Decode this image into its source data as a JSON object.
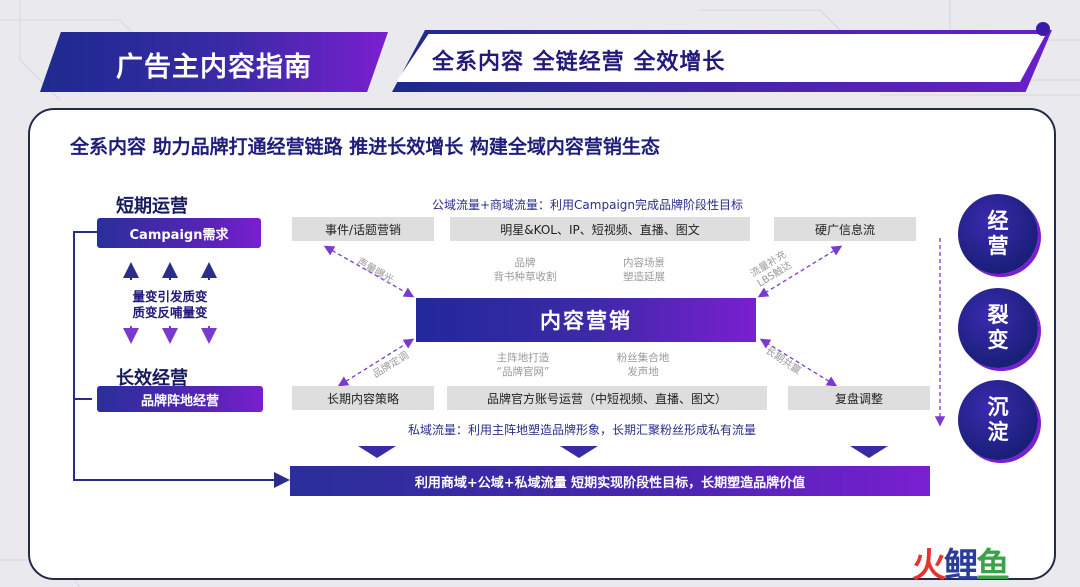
{
  "header": {
    "left_title": "广告主内容指南",
    "right_title": "全系内容 全链经营 全效增长"
  },
  "subtitle": "全系内容 助力品牌打通经营链路 推进长效增长 构建全域内容营销生态",
  "left": {
    "short_term_title": "短期运营",
    "campaign_btn": "Campaign需求",
    "change_line1": "量变引发质变",
    "change_line2": "质变反哺量变",
    "long_term_title": "长效经营",
    "brand_btn": "品牌阵地经营"
  },
  "public_flow": "公域流量+商域流量：利用Campaign完成品牌阶段性目标",
  "top_boxes": [
    "事件/话题营销",
    "明星&KOL、IP、短视频、直播、图文",
    "硬广信息流"
  ],
  "center": "内容营销",
  "muted": {
    "brand_collect_1": "品牌",
    "brand_collect_2": "背书种草收割",
    "scene_1": "内容场景",
    "scene_2": "塑造延展",
    "home_1": "主阵地打造",
    "home_2": "“品牌官网”",
    "fans_1": "粉丝集合地",
    "fans_2": "发声地"
  },
  "diag_labels": {
    "volume": "声量曝光",
    "supplement_1": "流量补充",
    "supplement_2": "LBS触达",
    "brand_position": "品牌定调",
    "long_term_co": "长期共赢"
  },
  "bottom_boxes": [
    "长期内容策略",
    "品牌官方账号运营（中短视频、直播、图文）",
    "复盘调整"
  ],
  "private_flow": "私域流量：利用主阵地塑造品牌形象，长期汇聚粉丝形成私有流量",
  "bottom_bar": "利用商域+公域+私域流量 短期实现阶段性目标，长期塑造品牌价值",
  "circles": [
    {
      "c1": "经",
      "c2": "营"
    },
    {
      "c1": "裂",
      "c2": "变"
    },
    {
      "c1": "沉",
      "c2": "淀"
    }
  ],
  "logo": {
    "c1": "火",
    "c2": "鲤",
    "c3": "鱼"
  },
  "colors": {
    "brand_blue": "#1e2a8f",
    "brand_purple": "#7a1fd0",
    "text_navy": "#221a7a"
  }
}
